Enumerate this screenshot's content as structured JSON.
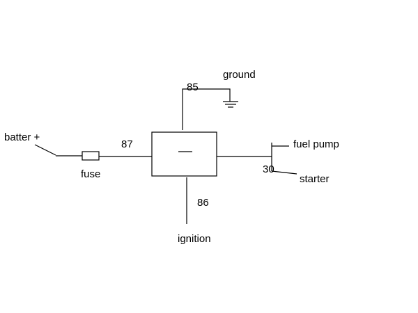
{
  "labels": {
    "ground": "ground",
    "pin_85": "85",
    "battery": "batter +",
    "pin_87": "87",
    "fuse": "fuse",
    "fuel_pump": "fuel pump",
    "pin_30": "30",
    "starter": "starter",
    "pin_86": "86",
    "ignition": "ignition"
  }
}
